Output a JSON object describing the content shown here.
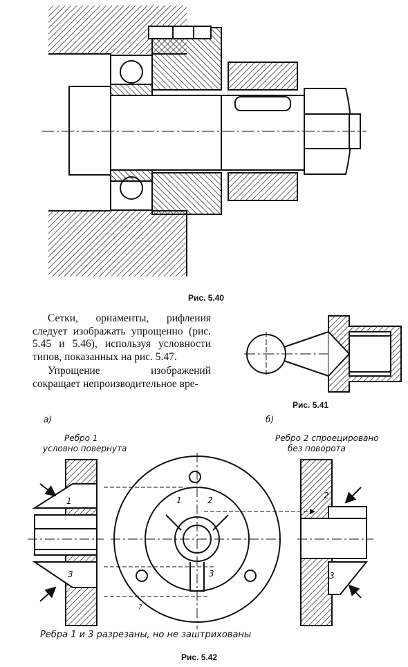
{
  "fig540": {
    "caption": "Рис. 5.40"
  },
  "fig541": {
    "caption": "Рис. 5.41"
  },
  "fig542": {
    "caption": "Рис. 5.42",
    "label_a": "а)",
    "label_b": "б)",
    "note_rib1_line1": "Ребро 1",
    "note_rib1_line2": "условно повернута",
    "note_rib2_line1": "Ребро 2 спроецировано",
    "note_rib2_line2": "без поворота",
    "bottom_note": "Ребра 1 и 3 разрезаны, но не заштрихованы",
    "numbers": [
      "1",
      "2",
      "3"
    ],
    "stray_mark": "?"
  },
  "text": {
    "para1": "Сетки, орнаменты, рифления следует изображать упрощенно (рис. 5.45 и 5.46), используя условности типов, показанных на рис. 5.47.",
    "para2": "Упрощение изображений сокращает непроизводительное вре-"
  }
}
